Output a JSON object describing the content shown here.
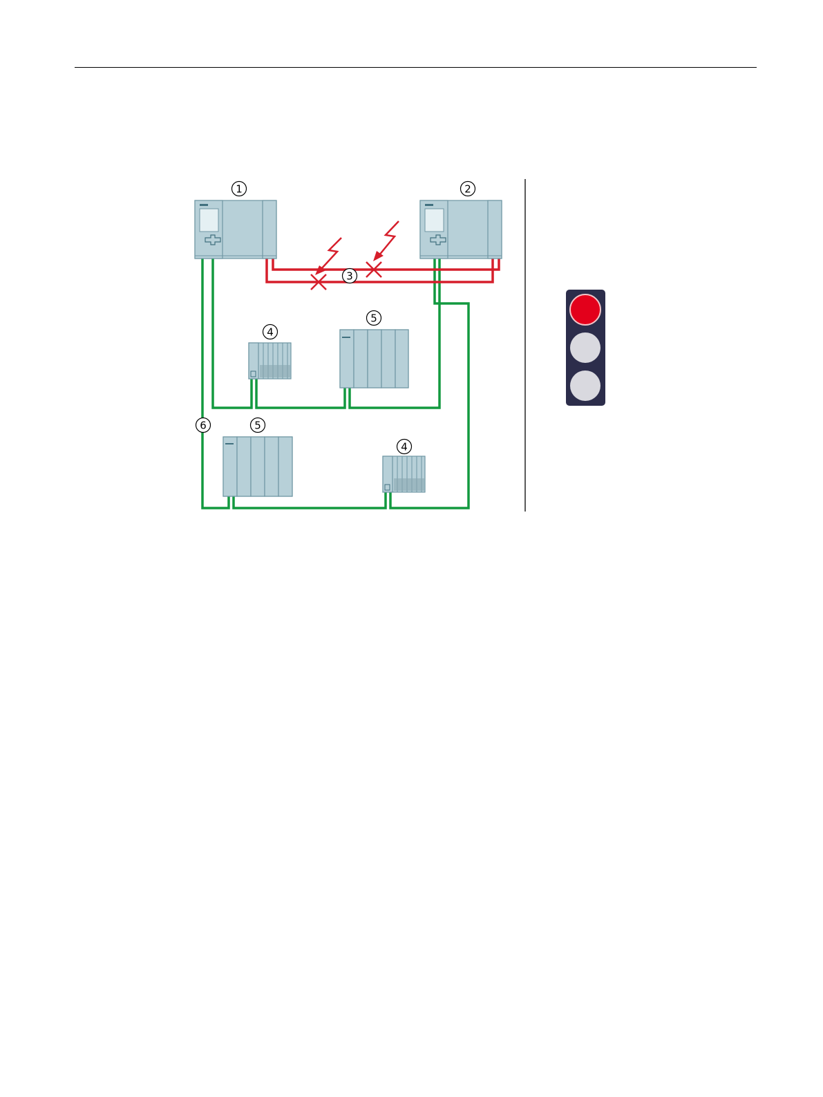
{
  "colors": {
    "module_fill": "#b7d0d8",
    "module_stroke": "#6f96a3",
    "redundancy_link": "#d61e2b",
    "profinet_link": "#12993f",
    "traffic_light_body": "#2c2d4b",
    "lamp_red": "#e3001b",
    "lamp_off": "#d9d9df"
  },
  "callouts": {
    "cpu1": "1",
    "cpu2": "2",
    "sync_link": "3",
    "io_device_a": "4",
    "io_device_b": "5",
    "io_device_c": "5",
    "io_device_d": "4",
    "profinet_ring": "6"
  },
  "icons": {
    "fault": "lightning-fault-icon",
    "broken_link": "cross-icon",
    "status": "traffic-light-icon"
  },
  "traffic_light": {
    "active_lamp": "red"
  }
}
